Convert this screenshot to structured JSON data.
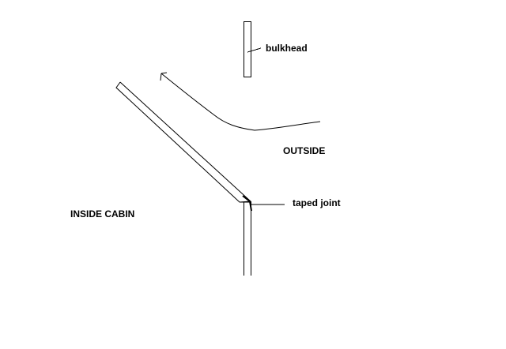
{
  "labels": {
    "bulkhead": "bulkhead",
    "outside": "OUTSIDE",
    "inside_cabin": "INSIDE CABIN",
    "taped_joint": "taped joint"
  },
  "colors": {
    "line": "#000000",
    "background": "#ffffff"
  }
}
